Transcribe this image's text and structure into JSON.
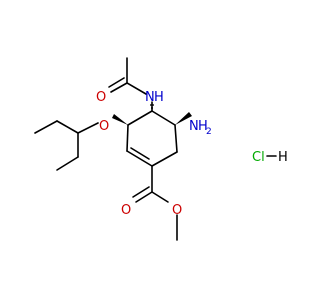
{
  "molecule": {
    "atom_labels": {
      "acetyl_oxygen": "O",
      "amide_nitrogen": "N",
      "amide_hydrogen": "H",
      "ether_oxygen": "O",
      "amine_nitrogen": "N",
      "amine_h2": "H",
      "amine_h2_subscript": "2",
      "ester_carbonyl_oxygen": "O",
      "ester_oxygen": "O"
    },
    "salt": {
      "chlorine": "Cl",
      "hydrogen": "H"
    }
  },
  "colors": {
    "bond": "#000000",
    "oxygen": "#cc0000",
    "nitrogen": "#0000cc",
    "chlorine": "#00aa00"
  }
}
